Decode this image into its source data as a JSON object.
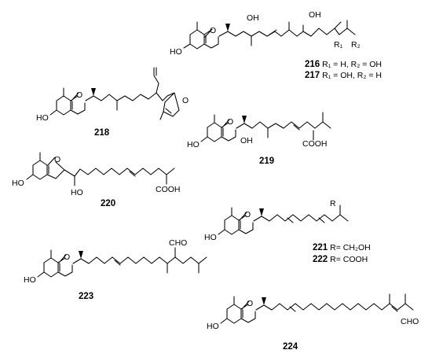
{
  "figure": {
    "compounds": [
      {
        "id": "216-217",
        "numbers": [
          "216",
          "217"
        ],
        "captions": [
          "216 R₁ = H, R₂ = OH",
          "217 R₁ = OH, R₂ = H"
        ],
        "caption_parts": [
          {
            "number": "216",
            "text": "R₁ = H, R₂ = OH"
          },
          {
            "number": "217",
            "text": "R₁ = OH, R₂ = H"
          }
        ],
        "atom_labels": {
          "ring_o": "O",
          "phenol": "HO",
          "oh1": "OH",
          "oh2": "OH",
          "r1": "R₁",
          "r2": "R₂"
        }
      },
      {
        "id": "218",
        "numbers": [
          "218"
        ],
        "atom_labels": {
          "ring_o": "O",
          "phenol": "HO",
          "ketone_o": "O"
        }
      },
      {
        "id": "219",
        "numbers": [
          "219"
        ],
        "atom_labels": {
          "ring_o": "O",
          "phenol": "HO",
          "oh": "OH",
          "acid": "COOH"
        }
      },
      {
        "id": "220",
        "numbers": [
          "220"
        ],
        "atom_labels": {
          "ring_o": "O",
          "phenol": "HO",
          "oh": "HO",
          "acid": "COOH"
        }
      },
      {
        "id": "221-222",
        "numbers": [
          "221",
          "222"
        ],
        "caption_parts": [
          {
            "number": "221",
            "text": "R= CH₂OH"
          },
          {
            "number": "222",
            "text": "R= COOH"
          }
        ],
        "atom_labels": {
          "ring_o": "O",
          "phenol": "HO",
          "r": "R"
        }
      },
      {
        "id": "223",
        "numbers": [
          "223"
        ],
        "atom_labels": {
          "ring_o": "O",
          "phenol": "HO",
          "aldehyde": "CHO"
        }
      },
      {
        "id": "224",
        "numbers": [
          "224"
        ],
        "atom_labels": {
          "ring_o": "O",
          "phenol": "HO",
          "aldehyde": "CHO"
        }
      }
    ]
  }
}
